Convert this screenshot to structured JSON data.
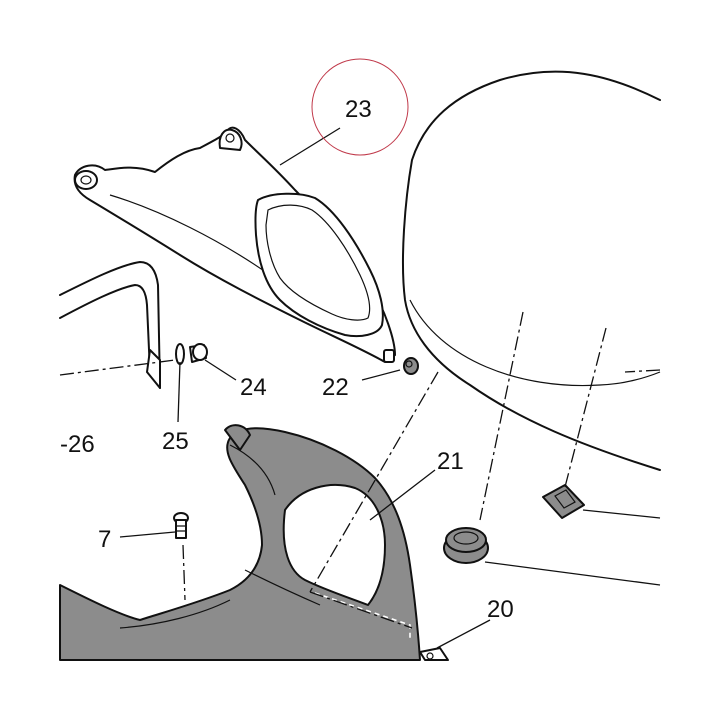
{
  "diagram": {
    "highlight_color": "#c0394a",
    "part_fill_dark": "#8c8c8c",
    "part_fill_light": "#ffffff",
    "callouts": [
      {
        "id": "c23",
        "text": "23"
      },
      {
        "id": "c22",
        "text": "22"
      },
      {
        "id": "c24",
        "text": "24"
      },
      {
        "id": "c25",
        "text": "25"
      },
      {
        "id": "c26",
        "text": "-26"
      },
      {
        "id": "c21",
        "text": "21"
      },
      {
        "id": "c7",
        "text": "7"
      },
      {
        "id": "c20",
        "text": "20"
      }
    ]
  }
}
